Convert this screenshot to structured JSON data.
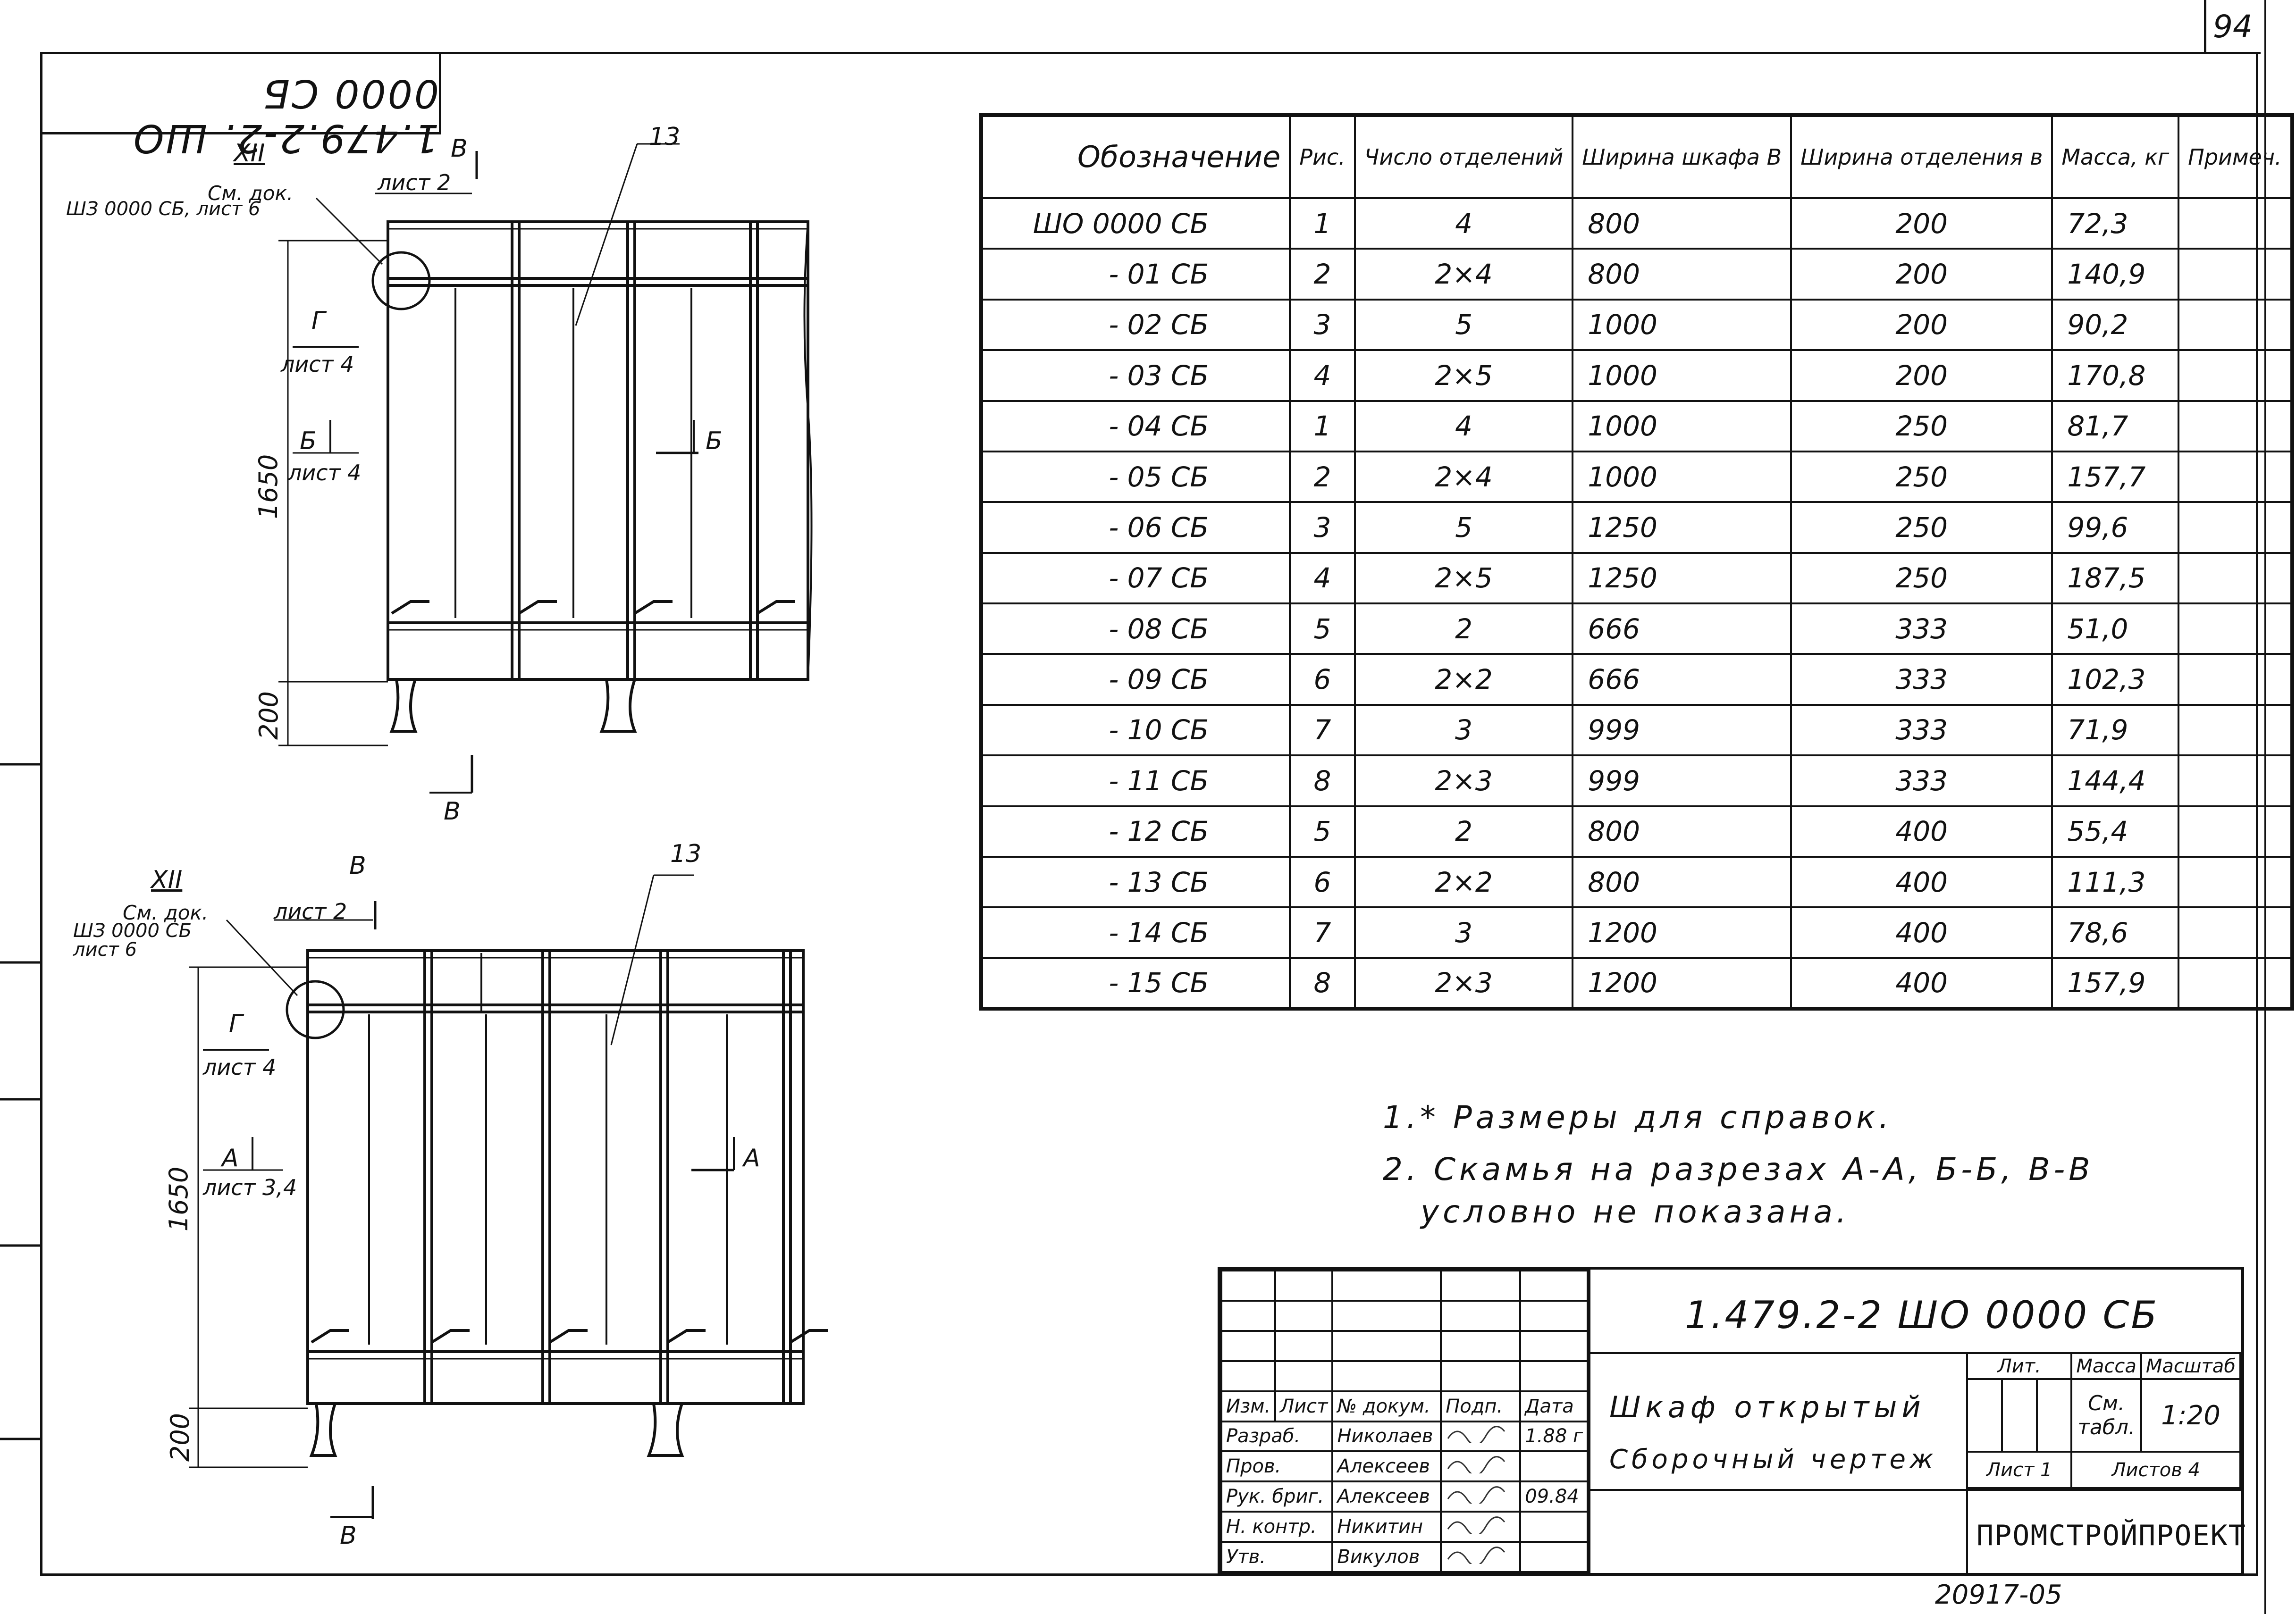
{
  "sheet_number": "94",
  "doc_code_rotated": "1.479.2-2. ШО 0000 СБ",
  "bottom_stamp": "20917-05",
  "spec_table": {
    "headers": [
      "Обозначение",
      "Рис.",
      "Число отделений",
      "Ширина шкафа В",
      "Ширина отделения в",
      "Масса, кг",
      "Примеч."
    ],
    "rows": [
      [
        "ШО 0000 СБ",
        "1",
        "4",
        "800",
        "200",
        "72,3",
        ""
      ],
      [
        "- 01 СБ",
        "2",
        "2×4",
        "800",
        "200",
        "140,9",
        ""
      ],
      [
        "- 02 СБ",
        "3",
        "5",
        "1000",
        "200",
        "90,2",
        ""
      ],
      [
        "- 03 СБ",
        "4",
        "2×5",
        "1000",
        "200",
        "170,8",
        ""
      ],
      [
        "- 04 СБ",
        "1",
        "4",
        "1000",
        "250",
        "81,7",
        ""
      ],
      [
        "- 05 СБ",
        "2",
        "2×4",
        "1000",
        "250",
        "157,7",
        ""
      ],
      [
        "- 06 СБ",
        "3",
        "5",
        "1250",
        "250",
        "99,6",
        ""
      ],
      [
        "- 07 СБ",
        "4",
        "2×5",
        "1250",
        "250",
        "187,5",
        ""
      ],
      [
        "- 08 СБ",
        "5",
        "2",
        "666",
        "333",
        "51,0",
        ""
      ],
      [
        "- 09 СБ",
        "6",
        "2×2",
        "666",
        "333",
        "102,3",
        ""
      ],
      [
        "- 10 СБ",
        "7",
        "3",
        "999",
        "333",
        "71,9",
        ""
      ],
      [
        "- 11 СБ",
        "8",
        "2×3",
        "999",
        "333",
        "144,4",
        ""
      ],
      [
        "- 12 СБ",
        "5",
        "2",
        "800",
        "400",
        "55,4",
        ""
      ],
      [
        "- 13 СБ",
        "6",
        "2×2",
        "800",
        "400",
        "111,3",
        ""
      ],
      [
        "- 14 СБ",
        "7",
        "3",
        "1200",
        "400",
        "78,6",
        ""
      ],
      [
        "- 15 СБ",
        "8",
        "2×3",
        "1200",
        "400",
        "157,9",
        ""
      ]
    ]
  },
  "notes": [
    "1.* Размеры для справок.",
    "2. Скамья на разрезах А-А, Б-Б, В-В",
    "условно не показана."
  ],
  "drawing1": {
    "callout": "XII",
    "see_doc": "См. док.",
    "ref_doc": "ШЗ 0000 СБ, лист 6",
    "section_v": "В",
    "section_v_sheet": "лист 2",
    "part": "13",
    "view_g": "Г",
    "view_g_sheet": "лист 4",
    "section_b": "Б",
    "section_b_sheet": "лист 4",
    "dim_height": "1650",
    "dim_base": "200",
    "section_v_bottom": "В"
  },
  "drawing2": {
    "callout": "XII",
    "see_doc": "См. док.",
    "ref_doc_1": "ШЗ 0000 СБ",
    "ref_doc_2": "лист 6",
    "section_v": "В",
    "section_v_sheet": "лист 2",
    "part": "13",
    "view_g": "Г",
    "view_g_sheet": "лист 4",
    "section_a": "А",
    "section_a_sheet": "лист 3,4",
    "dim_height": "1650",
    "dim_base": "200",
    "section_v_bottom": "В"
  },
  "title_block": {
    "doc_code": "1.479.2-2  ШО 0000 СБ",
    "name_1": "Шкаф открытый",
    "name_2": "Сборочный чертеж",
    "col_headers": [
      "Изм.",
      "Лист",
      "№ докум.",
      "Подп.",
      "Дата"
    ],
    "lit_label": "Лит.",
    "mass_label": "Масса",
    "scale_label": "Масштаб",
    "mass_value": "См. табл.",
    "scale_value": "1:20",
    "sheet_label": "Лист 1",
    "sheets_label": "Листов 4",
    "org": "ПРОМСТРОЙПРОЕКТ",
    "people": [
      {
        "role": "Разраб.",
        "name": "Николаев",
        "date": "1.88 г"
      },
      {
        "role": "Пров.",
        "name": "Алексеев",
        "date": ""
      },
      {
        "role": "Рук. бриг.",
        "name": "Алексеев",
        "date": "09.84"
      },
      {
        "role": "Н. контр.",
        "name": "Никитин",
        "date": ""
      },
      {
        "role": "Утв.",
        "name": "Викулов",
        "date": ""
      }
    ]
  }
}
